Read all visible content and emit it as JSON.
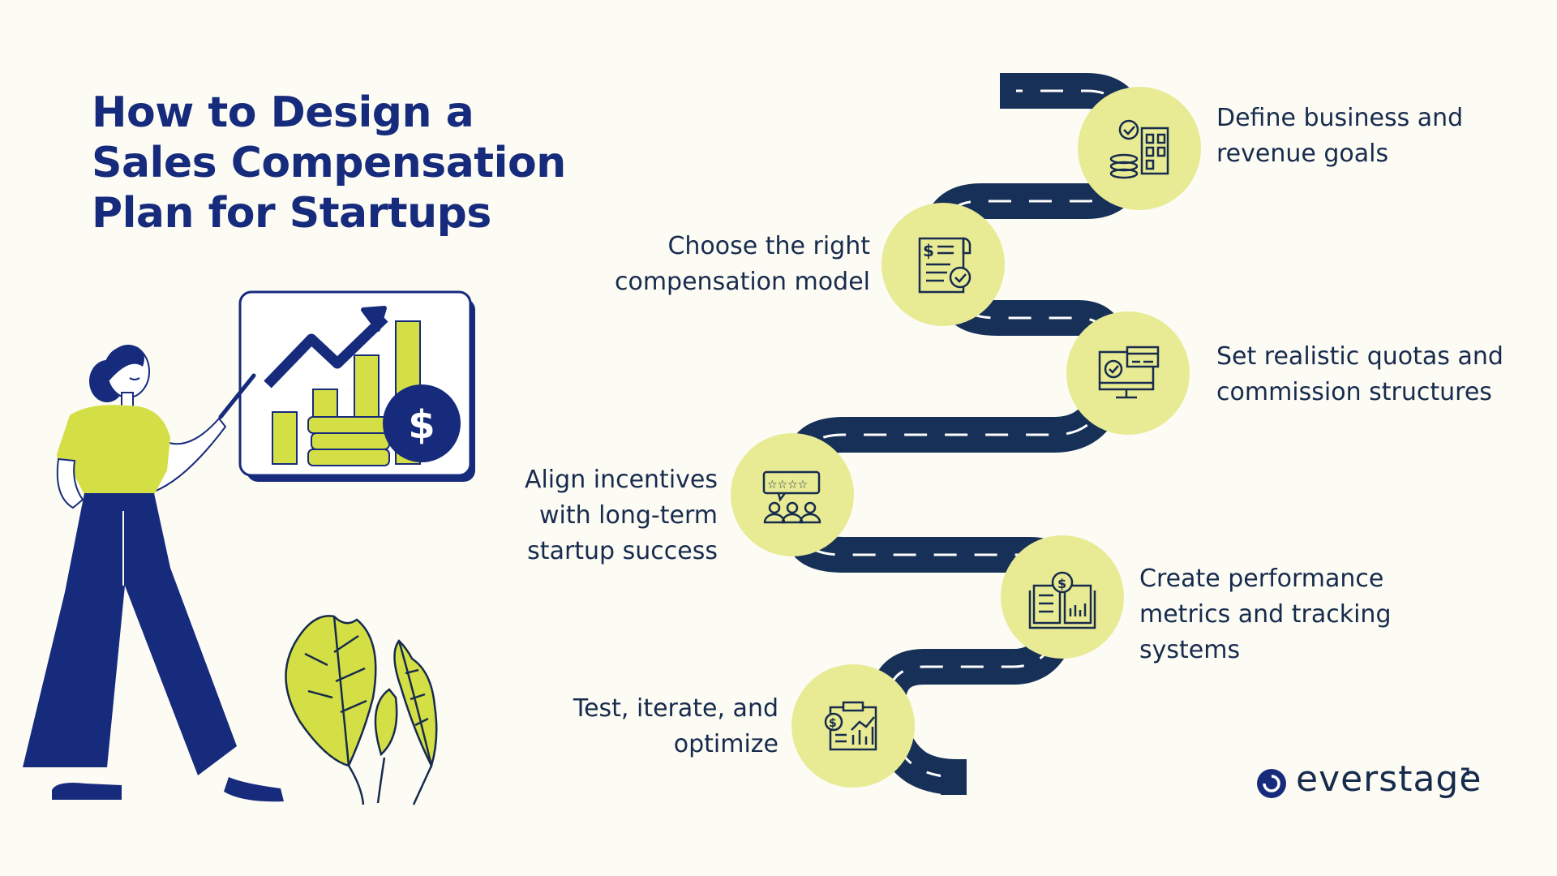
{
  "title": "How to Design a Sales Compensation Plan for Startups",
  "steps": [
    {
      "label": "Define business and\nrevenue goals",
      "icon": "goals-chart-icon"
    },
    {
      "label": "Choose the right\ncompensation model",
      "icon": "pay-document-icon"
    },
    {
      "label": "Set realistic quotas and\ncommission structures",
      "icon": "monitor-check-icon"
    },
    {
      "label": "Align incentives\nwith long-term\nstartup success",
      "icon": "team-rating-icon"
    },
    {
      "label": "Create performance\nmetrics and tracking\nsystems",
      "icon": "metrics-book-icon"
    },
    {
      "label": "Test, iterate, and\noptimize",
      "icon": "clipboard-chart-icon"
    }
  ],
  "illustration": {
    "board_symbol": "$"
  },
  "brand": {
    "name": "everstage"
  },
  "colors": {
    "navy": "#172b7d",
    "lime": "#d3df45",
    "circle": "#e8eb94",
    "road": "#173058",
    "background": "#fcfbf4"
  }
}
